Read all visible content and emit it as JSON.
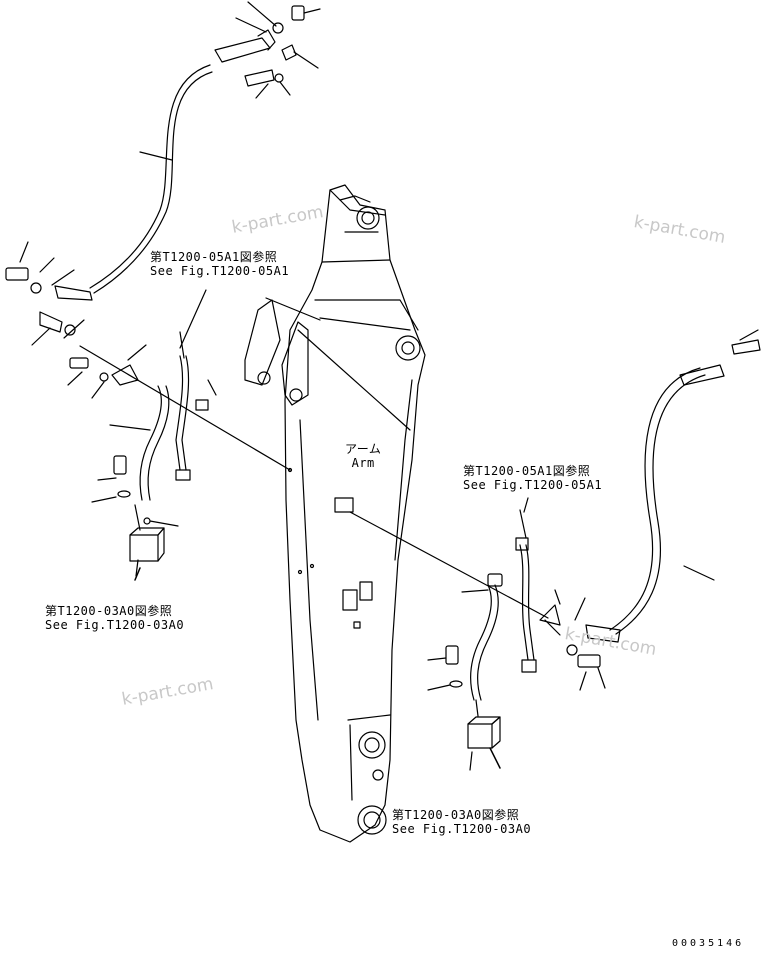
{
  "references": [
    {
      "jp": "第T1200-05A1図参照",
      "en": "See Fig.T1200-05A1"
    },
    {
      "jp": "第T1200-03A0図参照",
      "en": "See Fig.T1200-03A0"
    },
    {
      "jp": "第T1200-05A1図参照",
      "en": "See Fig.T1200-05A1"
    },
    {
      "jp": "第T1200-03A0図参照",
      "en": "See Fig.T1200-03A0"
    }
  ],
  "arm_label": {
    "jp": "アーム",
    "en": "Arm"
  },
  "watermarks": [
    "k-part.com",
    "k-part.com",
    "k-part.com",
    "k-part.com"
  ],
  "drawing_code": "00035146",
  "colors": {
    "line": "#000000",
    "watermark": "#c8c8c8",
    "background": "#ffffff"
  }
}
